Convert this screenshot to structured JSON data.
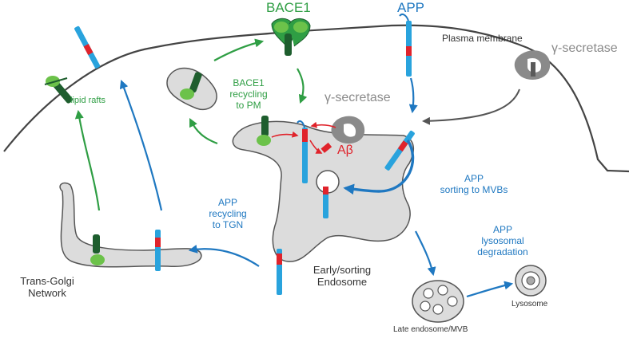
{
  "labels": {
    "bace1": "BACE1",
    "app": "APP",
    "plasma_membrane": "Plasma membrane",
    "gamma_secretase_pm": "γ-secretase",
    "gamma_secretase_endo": "γ-secretase",
    "abeta": "Aβ",
    "lipid_rafts": "lipid rafts",
    "bace1_recycling": [
      "BACE1",
      "recycling",
      "to PM"
    ],
    "app_sorting": [
      "APP",
      "sorting to MVBs"
    ],
    "app_recycling": [
      "APP",
      "recycling",
      "to TGN"
    ],
    "app_lysosomal": [
      "APP",
      "lysosomal",
      "degradation"
    ],
    "early_endosome": [
      "Early/sorting",
      "Endosome"
    ],
    "tgn": [
      "Trans-Golgi",
      "Network"
    ],
    "late_endosome": "Late endosome/MVB",
    "lysosome": "Lysosome"
  },
  "colors": {
    "bace1": "#2f9e44",
    "bace1_dark": "#1e5e2e",
    "app": "#29a3dd",
    "app_arrow": "#1f78c1",
    "abeta": "#e0232b",
    "membrane": "#444444",
    "compartment_fill": "#dcdcdc",
    "gamma": "#8a8a8a"
  }
}
